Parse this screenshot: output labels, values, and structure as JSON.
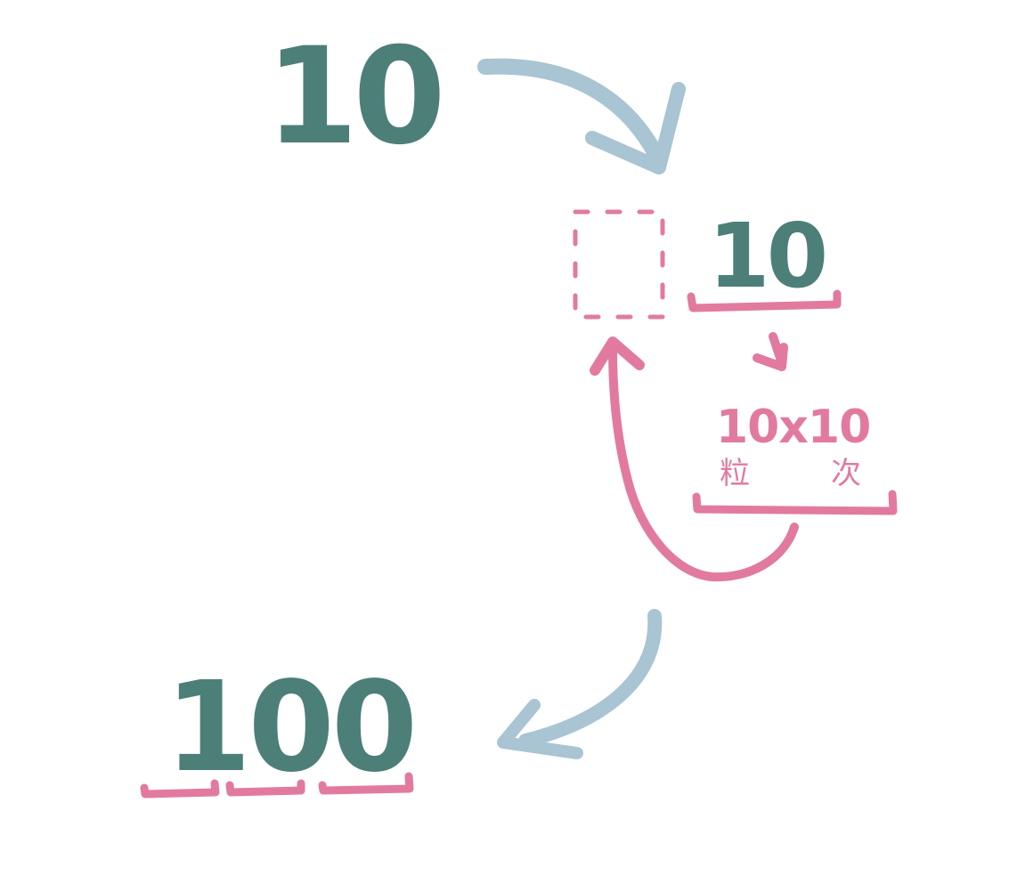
{
  "numbers": {
    "top": "10",
    "middle": "10",
    "bottom": "100"
  },
  "multiplication": {
    "expression": "10x10",
    "label_left": "粒",
    "label_right": "次"
  },
  "colors": {
    "teal": "#4d7f79",
    "pink": "#e27aa0",
    "blue": "#a9c4d2"
  }
}
